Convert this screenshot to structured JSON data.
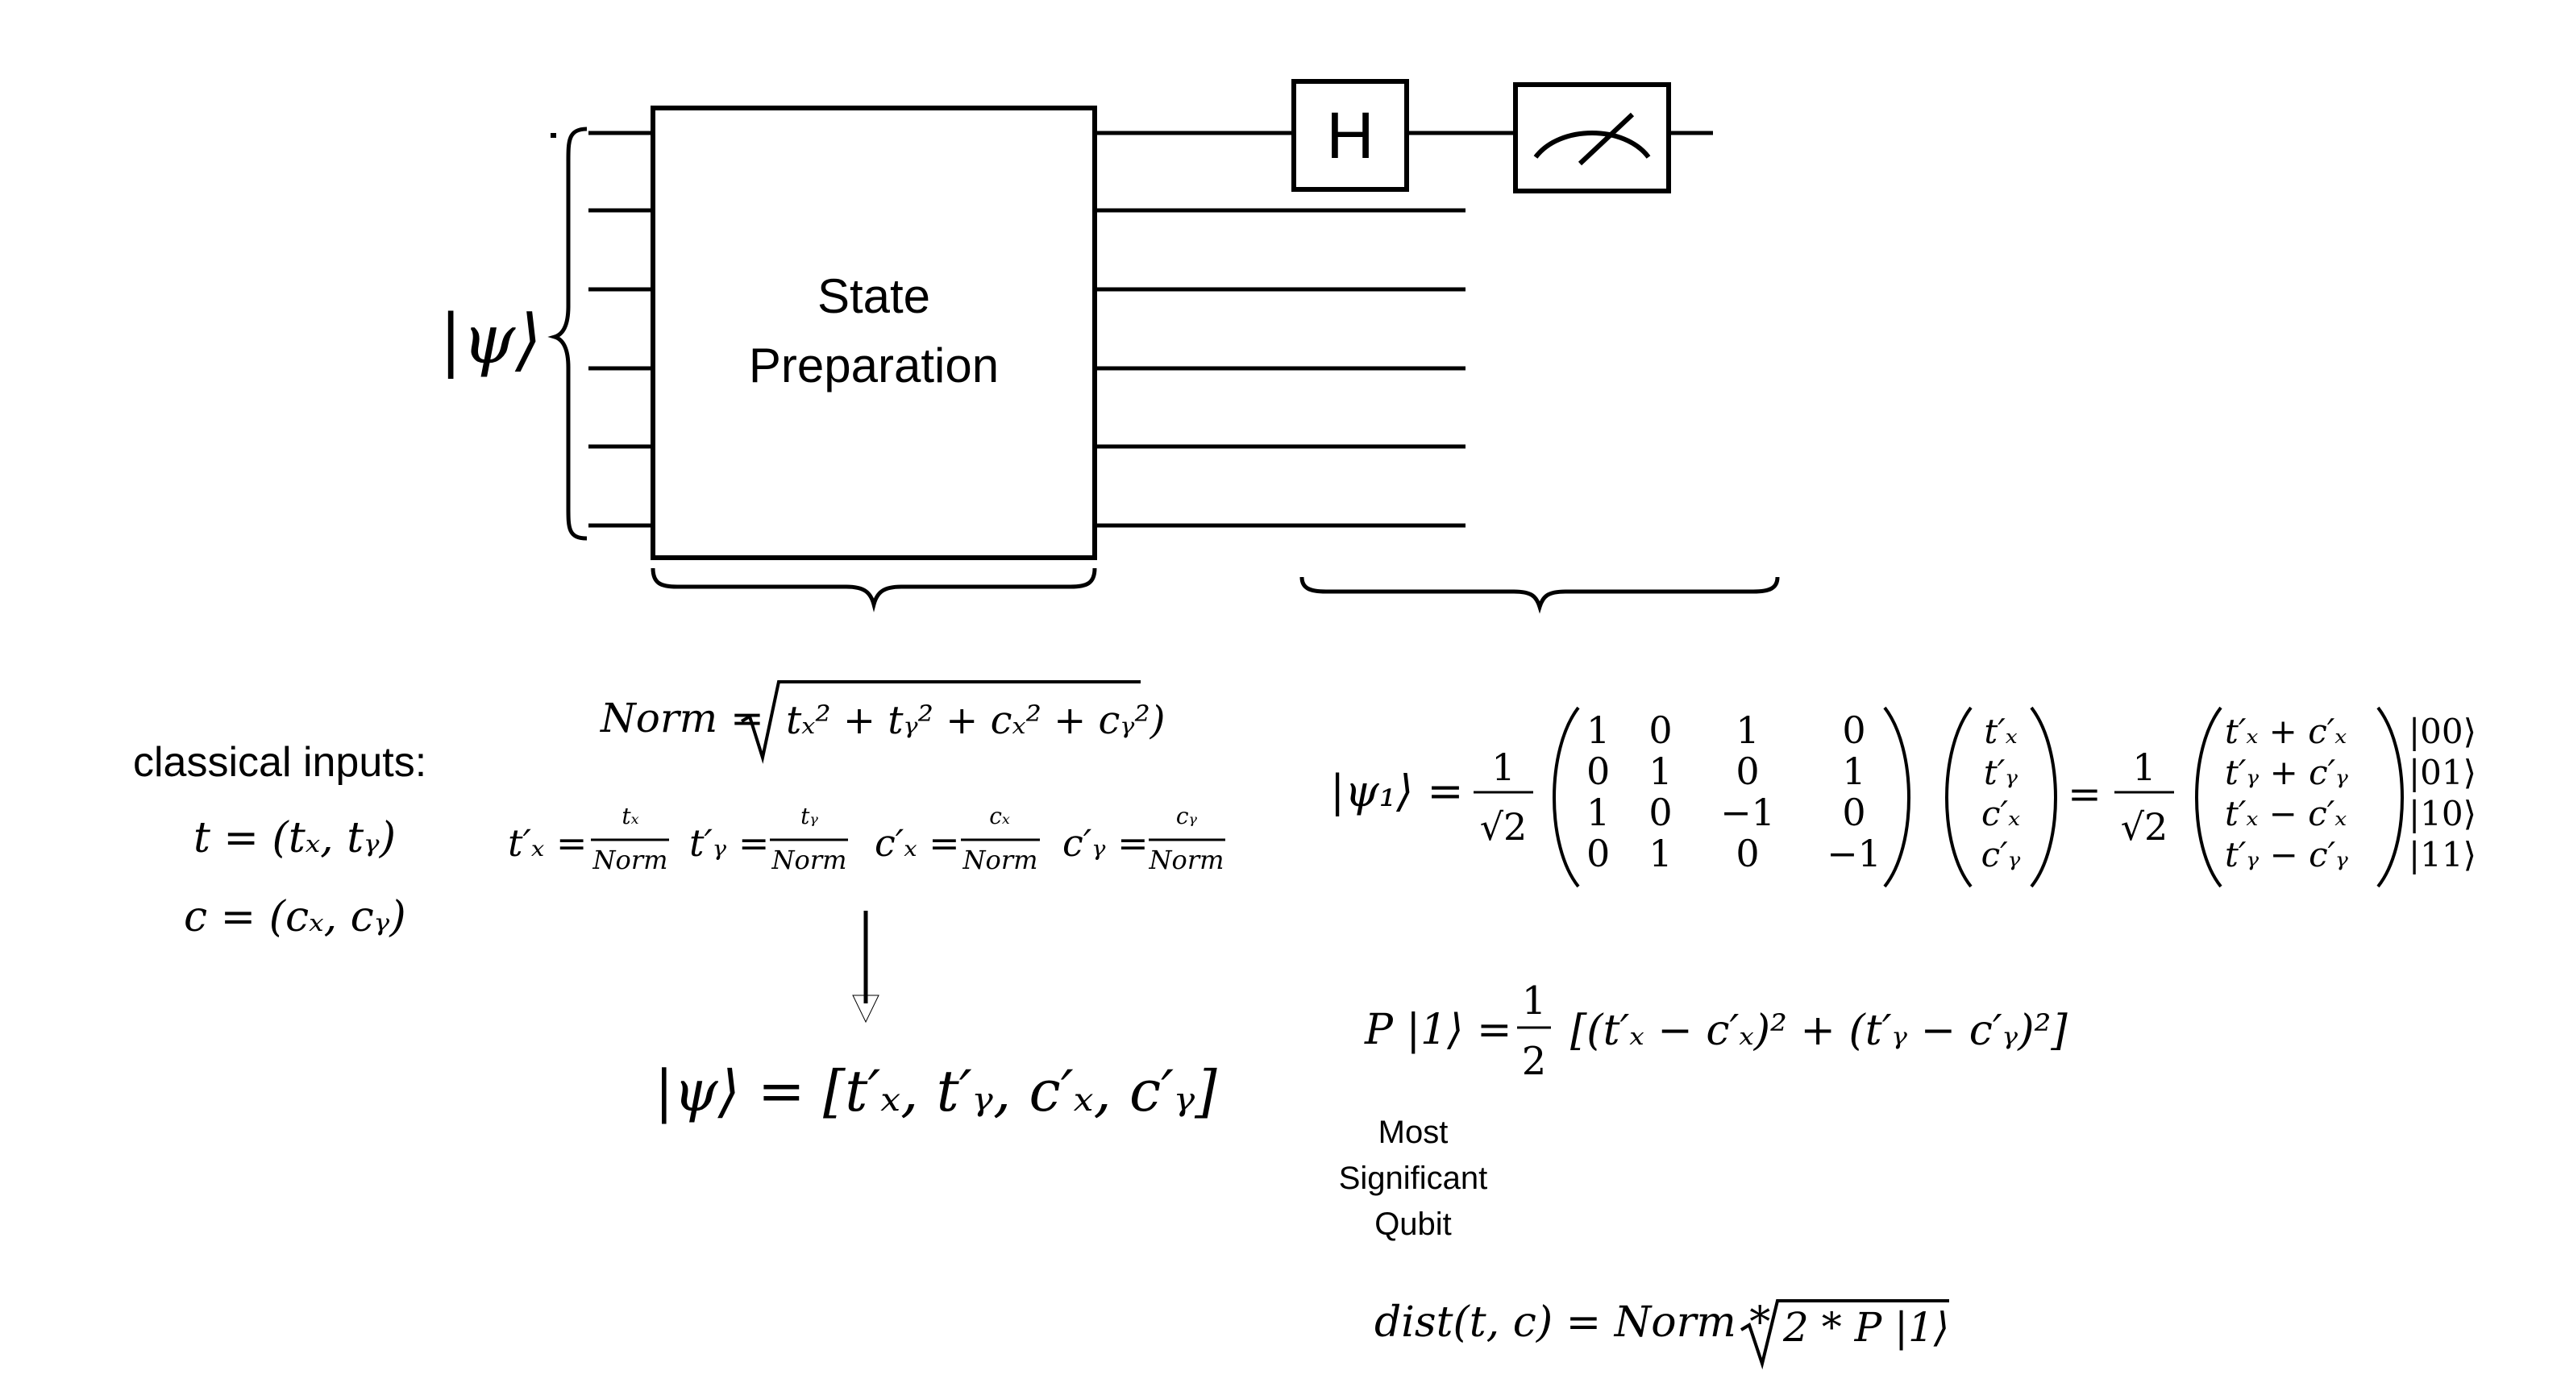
{
  "circuit": {
    "state_label": "|ψ⟩",
    "prep_box_line1": "State",
    "prep_box_line2": "Preparation",
    "hadamard_label": "H",
    "measurement_icon": "meter-icon"
  },
  "classical": {
    "heading": "classical inputs:",
    "t_def": "t = (tₓ, tᵧ)",
    "c_def": "c = (cₓ, cᵧ)"
  },
  "norm": {
    "lhs": "Norm =",
    "radicand": "tₓ² + tᵧ² + cₓ² + cᵧ²)"
  },
  "normalize": {
    "tx_lhs": "t′ₓ =",
    "tx_num": "tₓ",
    "tx_den": "Norm",
    "ty_lhs": "t′ᵧ =",
    "ty_num": "tᵧ",
    "ty_den": "Norm",
    "cx_lhs": "c′ₓ =",
    "cx_num": "cₓ",
    "cx_den": "Norm",
    "cy_lhs": "c′ᵧ =",
    "cy_num": "cᵧ",
    "cy_den": "Norm"
  },
  "psi_vector": "|ψ⟩ = [t′ₓ, t′ᵧ, c′ₓ, c′ᵧ]",
  "psi1": {
    "lhs": "|ψ₁⟩ =",
    "one": "1",
    "sqrt2": "√2",
    "matrix": [
      [
        "1",
        "0",
        "1",
        "0"
      ],
      [
        "0",
        "1",
        "0",
        "1"
      ],
      [
        "1",
        "0",
        "−1",
        "0"
      ],
      [
        "0",
        "1",
        "0",
        "−1"
      ]
    ],
    "vector": [
      "t′ₓ",
      "t′ᵧ",
      "c′ₓ",
      "c′ᵧ"
    ],
    "equals": "=",
    "result": [
      "t′ₓ + c′ₓ",
      "t′ᵧ + c′ᵧ",
      "t′ₓ − c′ₓ",
      "t′ᵧ − c′ᵧ"
    ],
    "kets": [
      "|00⟩",
      "|01⟩",
      "|10⟩",
      "|11⟩"
    ]
  },
  "prob": {
    "lhs": "P |1⟩ =",
    "half_num": "1",
    "half_den": "2",
    "rhs": "[(t′ₓ − c′ₓ)² + (t′ᵧ − c′ᵧ)²]"
  },
  "msq": [
    "Most",
    "Significant",
    "Qubit"
  ],
  "dist": {
    "lhs": "dist(t, c) = Norm  *",
    "radicand": "2 * P |1⟩"
  }
}
